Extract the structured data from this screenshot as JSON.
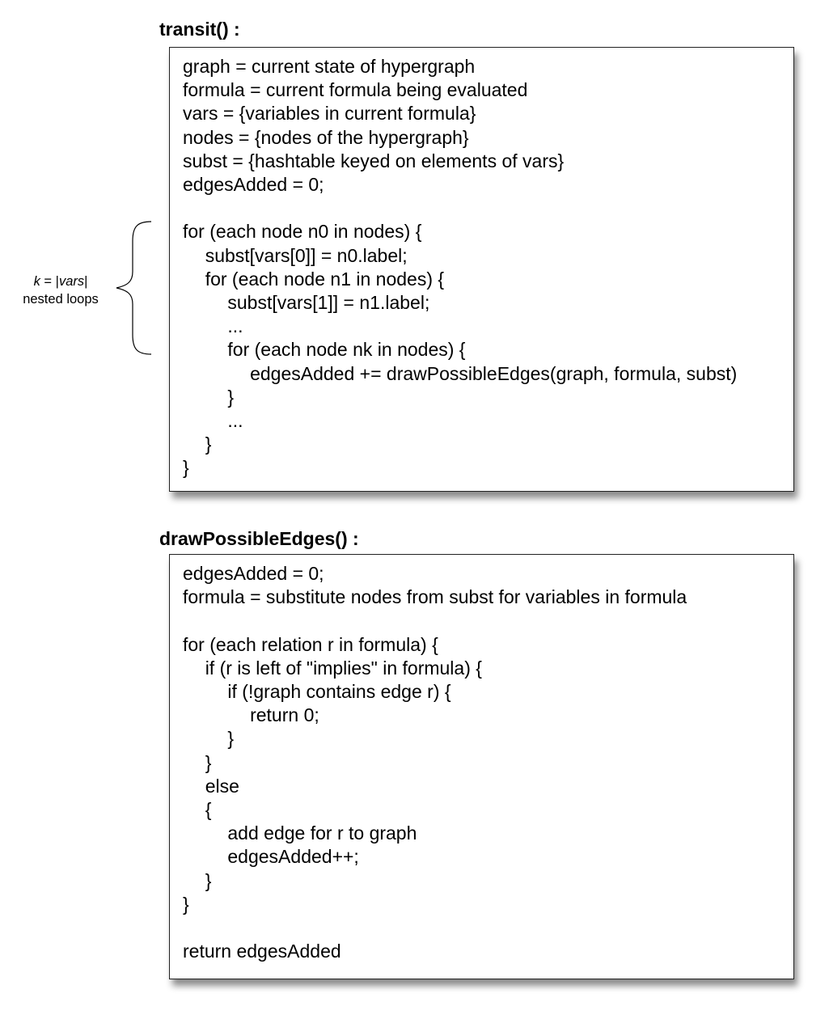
{
  "transit": {
    "title": "transit() :",
    "lines": [
      {
        "text": "graph = current state of hypergraph",
        "indent": 0
      },
      {
        "text": "formula = current formula being evaluated",
        "indent": 0
      },
      {
        "text": "vars = {variables in current formula}",
        "indent": 0
      },
      {
        "text": "nodes = {nodes of the hypergraph}",
        "indent": 0
      },
      {
        "text": "subst = {hashtable keyed on elements of vars}",
        "indent": 0
      },
      {
        "text": "edgesAdded = 0;",
        "indent": 0
      },
      {
        "text": "",
        "indent": 0
      },
      {
        "text": "for (each node n0 in nodes) {",
        "indent": 0
      },
      {
        "text": "subst[vars[0]] = n0.label;",
        "indent": 1
      },
      {
        "text": "for (each node n1 in nodes) {",
        "indent": 1
      },
      {
        "text": "subst[vars[1]] = n1.label;",
        "indent": 2
      },
      {
        "text": "...",
        "indent": 2
      },
      {
        "text": "for (each node nk in nodes) {",
        "indent": 2
      },
      {
        "text": "edgesAdded += drawPossibleEdges(graph, formula, subst)",
        "indent": 3
      },
      {
        "text": "}",
        "indent": 2
      },
      {
        "text": "...",
        "indent": 2
      },
      {
        "text": "}",
        "indent": 1
      },
      {
        "text": "}",
        "indent": 0
      }
    ]
  },
  "annotation": {
    "k": "k",
    "eq": " = |",
    "vars": "vars",
    "bar": "|",
    "line2": "nested loops"
  },
  "draw": {
    "title": "drawPossibleEdges() :",
    "lines": [
      {
        "text": "edgesAdded = 0;",
        "indent": 0
      },
      {
        "text": "formula = substitute nodes from subst for variables in formula",
        "indent": 0
      },
      {
        "text": "",
        "indent": 0
      },
      {
        "text": "for (each relation r in formula) {",
        "indent": 0
      },
      {
        "text": "if (r is left of \"implies\" in formula) {",
        "indent": 1
      },
      {
        "text": "if (!graph contains edge r) {",
        "indent": 2
      },
      {
        "text": "return 0;",
        "indent": 3
      },
      {
        "text": "}",
        "indent": 2
      },
      {
        "text": "}",
        "indent": 1
      },
      {
        "text": "else",
        "indent": 1
      },
      {
        "text": "{",
        "indent": 1
      },
      {
        "text": "add edge for r to graph",
        "indent": 2
      },
      {
        "text": "edgesAdded++;",
        "indent": 2
      },
      {
        "text": "}",
        "indent": 1
      },
      {
        "text": "}",
        "indent": 0
      },
      {
        "text": "",
        "indent": 0
      },
      {
        "text": "return edgesAdded",
        "indent": 0
      }
    ]
  }
}
